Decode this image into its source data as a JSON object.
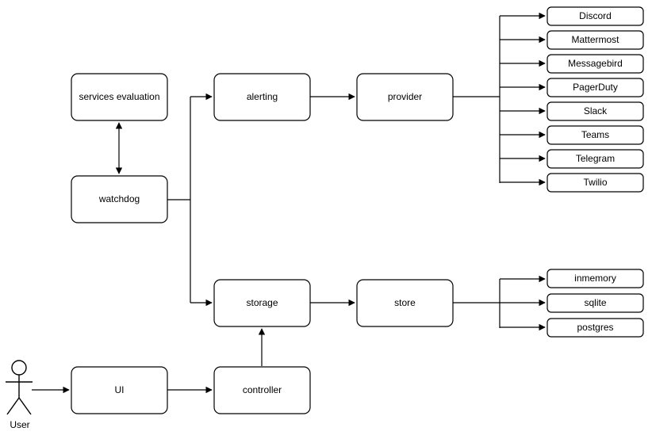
{
  "diagram": {
    "type": "architecture-flow-diagram",
    "background_color": "#ffffff",
    "stroke_color": "#000000",
    "nodes": {
      "services_evaluation": "services evaluation",
      "watchdog": "watchdog",
      "alerting": "alerting",
      "provider": "provider",
      "storage": "storage",
      "store": "store",
      "ui": "UI",
      "controller": "controller"
    },
    "actor": {
      "label": "User"
    },
    "provider_targets": [
      "Discord",
      "Mattermost",
      "Messagebird",
      "PagerDuty",
      "Slack",
      "Teams",
      "Telegram",
      "Twilio"
    ],
    "store_targets": [
      "inmemory",
      "sqlite",
      "postgres"
    ]
  }
}
